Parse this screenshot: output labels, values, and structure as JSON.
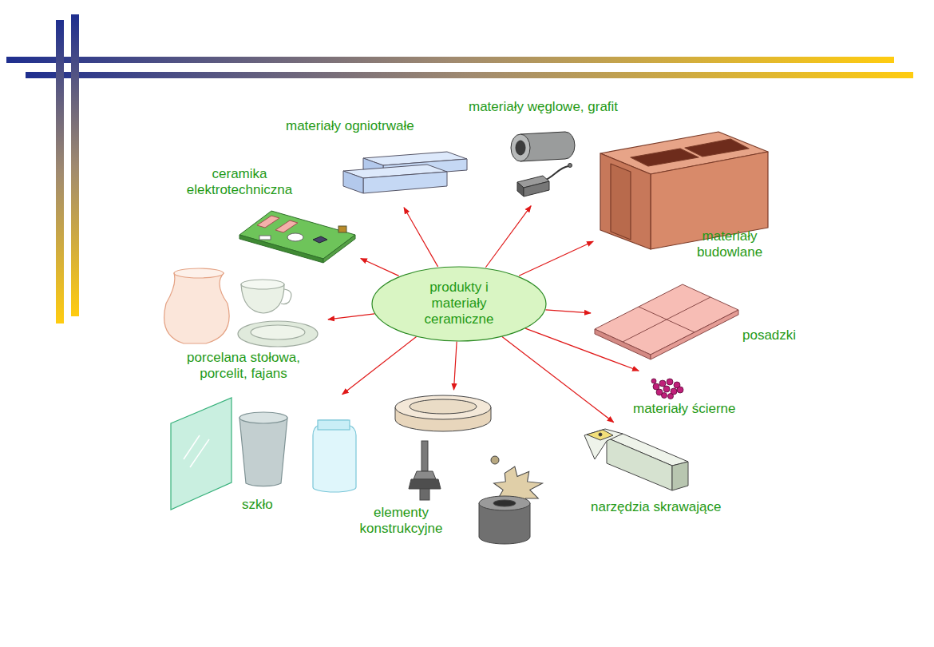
{
  "diagram": {
    "nodes": [
      {
        "text": [
          "produkty i materiały ceramiczne"
        ]
      },
      {
        "text": [
          "materiały ogniotrwałe"
        ]
      },
      {
        "text": [
          "materiały węglowe, grafit"
        ]
      },
      {
        "text": [
          "materiały budowlane"
        ]
      },
      {
        "text": [
          "posadzki"
        ]
      },
      {
        "text": [
          "materiały ścierne"
        ]
      },
      {
        "text": [
          "narzędzia skrawające"
        ]
      },
      {
        "text": [
          "elementy konstrukcyjne"
        ]
      },
      {
        "text": [
          "szkło"
        ]
      },
      {
        "text": [
          "porcelana stołowa, porcelit, fajans"
        ]
      },
      {
        "text": [
          "ceramika elektrotechniczna"
        ]
      }
    ],
    "edges": [
      {
        "from": 0,
        "to": 1,
        "arrow": "to"
      },
      {
        "from": 0,
        "to": 2,
        "arrow": "to"
      },
      {
        "from": 0,
        "to": 3,
        "arrow": "to"
      },
      {
        "from": 0,
        "to": 4,
        "arrow": "to"
      },
      {
        "from": 0,
        "to": 5,
        "arrow": "to"
      },
      {
        "from": 0,
        "to": 6,
        "arrow": "to"
      },
      {
        "from": 0,
        "to": 7,
        "arrow": "to"
      },
      {
        "from": 0,
        "to": 8,
        "arrow": "to"
      },
      {
        "from": 0,
        "to": 9,
        "arrow": "to"
      },
      {
        "from": 0,
        "to": 10,
        "arrow": "to"
      }
    ]
  }
}
